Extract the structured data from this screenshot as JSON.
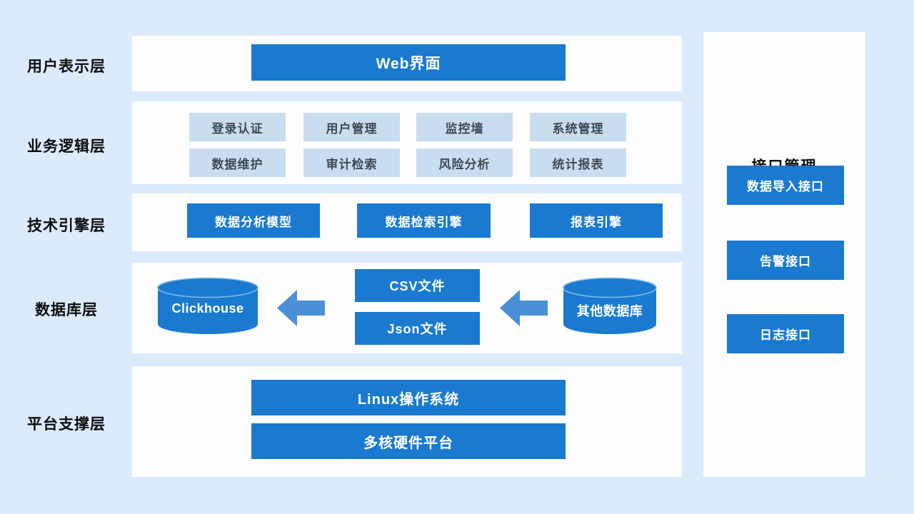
{
  "colors": {
    "background": "#dbeafc",
    "panel": "#fdfdfe",
    "primary_blue": "#1a7ad0",
    "arrow_blue": "#4a90d9",
    "light_box": "#c9ddf0",
    "light_box_text": "#3f4a56",
    "label_text": "#0d0d0d"
  },
  "layer_labels": [
    "用户表示层",
    "业务逻辑层",
    "技术引擎层",
    "数据库层",
    "平台支撑层"
  ],
  "presentation_layer": {
    "web_ui": "Web界面"
  },
  "business_layer": {
    "row1": [
      "登录认证",
      "用户管理",
      "监控墙",
      "系统管理"
    ],
    "row2": [
      "数据维护",
      "审计检索",
      "风险分析",
      "统计报表"
    ]
  },
  "engine_layer": {
    "items": [
      "数据分析模型",
      "数据检索引擎",
      "报表引擎"
    ]
  },
  "database_layer": {
    "target_db": "Clickhouse",
    "files": [
      "CSV文件",
      "Json文件"
    ],
    "source_db": "其他数据库"
  },
  "platform_layer": {
    "items": [
      "Linux操作系统",
      "多核硬件平台"
    ]
  },
  "interface_panel": {
    "title": "接口管理",
    "items": [
      "数据导入接口",
      "告警接口",
      "日志接口"
    ]
  }
}
